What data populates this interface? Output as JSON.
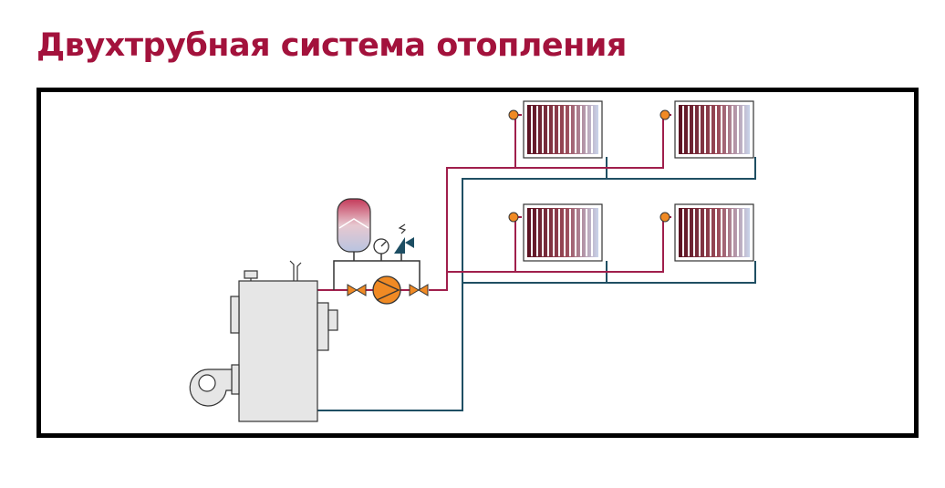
{
  "title": "Двухтрубная система отопления",
  "colors": {
    "title": "#a3123c",
    "supply_pipe": "#a01f4c",
    "return_pipe": "#1f4f63",
    "pump": "#f08a24",
    "valve": "#f08a24",
    "expansion_tank_top": "#c43a5a",
    "expansion_tank_bottom": "#b8c4e0",
    "safety_valve": "#1d4e63",
    "boiler": "#e6e6e6"
  },
  "diagram": {
    "nodes": [
      {
        "id": "boiler",
        "label": "boiler",
        "icon": "boiler-icon"
      },
      {
        "id": "burner",
        "label": "fan burner",
        "icon": "burner-icon"
      },
      {
        "id": "expansion_tank",
        "label": "expansion tank",
        "icon": "expansion-tank-icon"
      },
      {
        "id": "pressure_gauge",
        "label": "pressure gauge",
        "icon": "gauge-icon"
      },
      {
        "id": "safety_valve",
        "label": "safety valve",
        "icon": "safety-valve-icon"
      },
      {
        "id": "pump",
        "label": "circulation pump",
        "icon": "pump-icon"
      },
      {
        "id": "valve_1",
        "label": "shut-off valve",
        "icon": "valve-icon"
      },
      {
        "id": "valve_2",
        "label": "shut-off valve",
        "icon": "valve-icon"
      },
      {
        "id": "radiator_top_left",
        "label": "radiator",
        "icon": "radiator-icon"
      },
      {
        "id": "radiator_top_right",
        "label": "radiator",
        "icon": "radiator-icon"
      },
      {
        "id": "radiator_bottom_left",
        "label": "radiator",
        "icon": "radiator-icon"
      },
      {
        "id": "radiator_bottom_right",
        "label": "radiator",
        "icon": "radiator-icon"
      }
    ],
    "edges": [
      {
        "from": "boiler",
        "to": "valve_1",
        "type": "supply"
      },
      {
        "from": "valve_1",
        "to": "pump",
        "type": "supply"
      },
      {
        "from": "pump",
        "to": "valve_2",
        "type": "supply"
      },
      {
        "from": "valve_2",
        "to": "radiator_top_left",
        "type": "supply"
      },
      {
        "from": "valve_2",
        "to": "radiator_top_right",
        "type": "supply"
      },
      {
        "from": "valve_2",
        "to": "radiator_bottom_left",
        "type": "supply"
      },
      {
        "from": "valve_2",
        "to": "radiator_bottom_right",
        "type": "supply"
      },
      {
        "from": "radiator_top_left",
        "to": "boiler",
        "type": "return"
      },
      {
        "from": "radiator_top_right",
        "to": "boiler",
        "type": "return"
      },
      {
        "from": "radiator_bottom_left",
        "to": "boiler",
        "type": "return"
      },
      {
        "from": "radiator_bottom_right",
        "to": "boiler",
        "type": "return"
      },
      {
        "from": "expansion_tank",
        "to": "pump",
        "type": "connection"
      }
    ]
  }
}
